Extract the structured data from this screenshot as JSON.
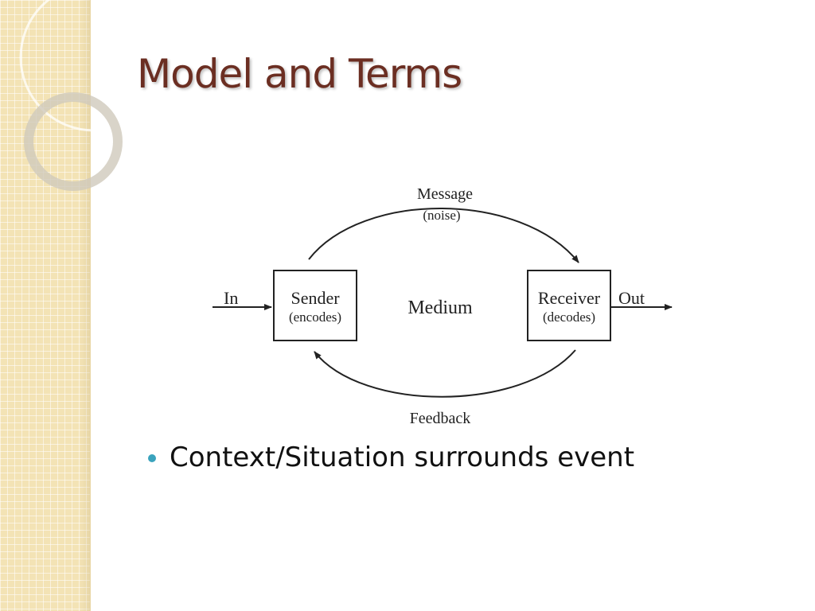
{
  "slide": {
    "title": "Model and Terms",
    "bullets": [
      "Context/Situation surrounds event"
    ],
    "accent_color": "#6b2e22",
    "bullet_color": "#3aa3bd"
  },
  "diagram": {
    "input_label": "In",
    "output_label": "Out",
    "sender": {
      "label": "Sender",
      "sublabel": "(encodes)"
    },
    "receiver": {
      "label": "Receiver",
      "sublabel": "(decodes)"
    },
    "medium_label": "Medium",
    "message_label": "Message",
    "noise_label": "(noise)",
    "feedback_label": "Feedback"
  }
}
